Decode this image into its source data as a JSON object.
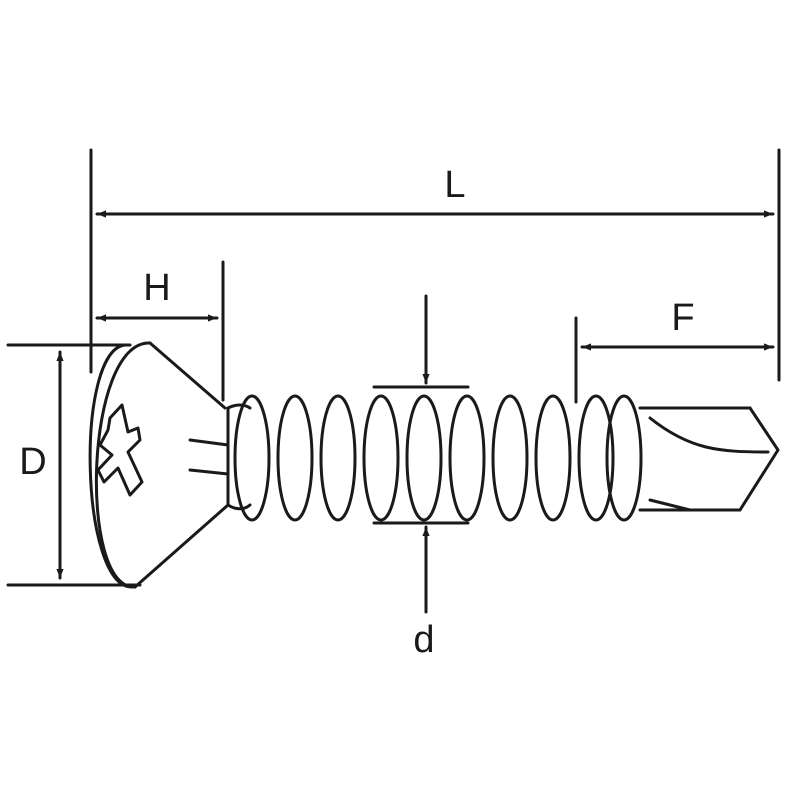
{
  "labels": {
    "L": "L",
    "H": "H",
    "F": "F",
    "D": "D",
    "d": "d"
  },
  "colors": {
    "line": "#1a1a1a",
    "background": "#ffffff"
  }
}
